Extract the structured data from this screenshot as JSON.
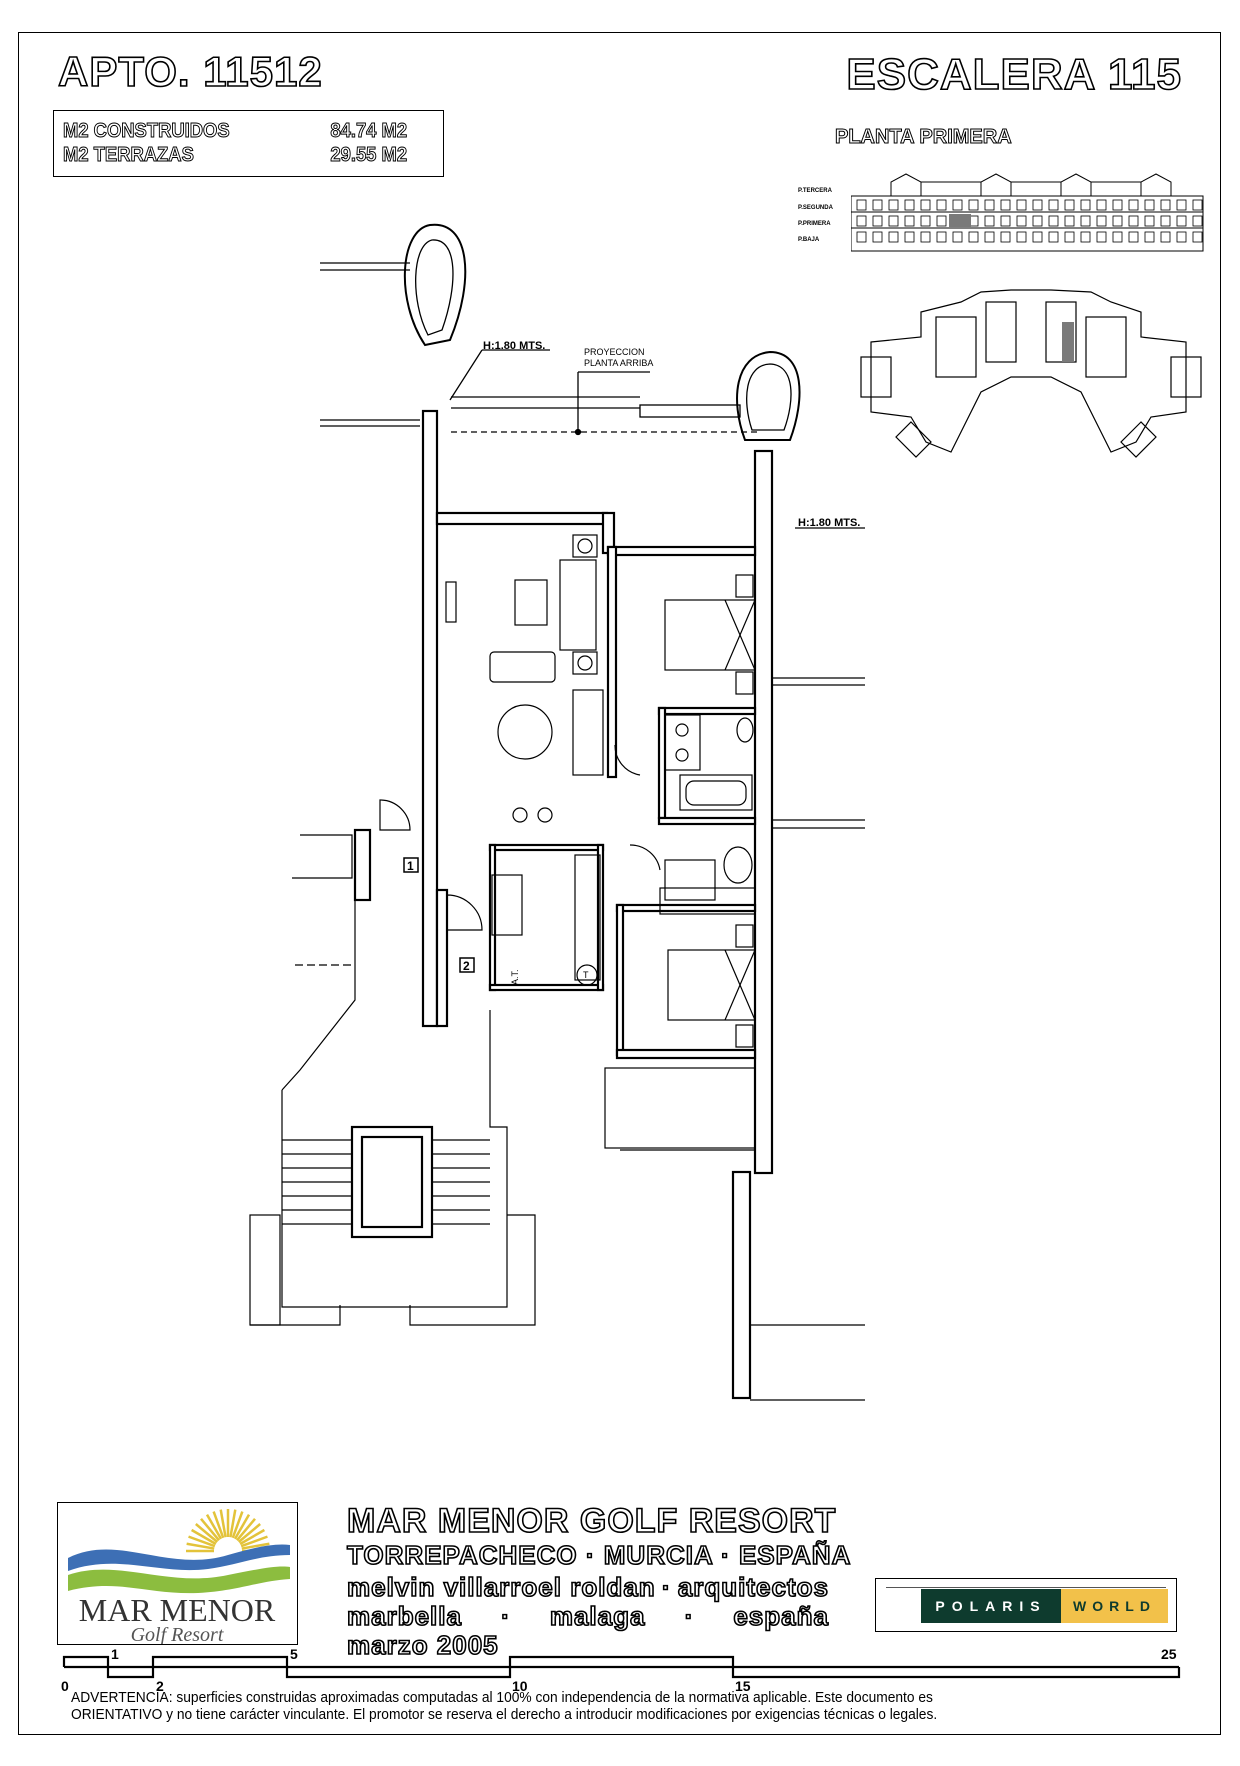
{
  "header": {
    "apartment": "APTO. 11512",
    "staircase": "ESCALERA 115",
    "floor": "PLANTA PRIMERA"
  },
  "areas": [
    {
      "label": "M2 CONSTRUIDOS",
      "value": "84.74 M2"
    },
    {
      "label": "M2 TERRAZAS",
      "value": "29.55 M2"
    }
  ],
  "elevation": {
    "levels": [
      "P.TERCERA",
      "P.SEGUNDA",
      "P.PRIMERA",
      "P.BAJA"
    ],
    "highlight_color": "#7a7a7a"
  },
  "plan": {
    "height_note_1": "H:1.80 MTS.",
    "height_note_2": "H:1.80 MTS.",
    "projection_line1": "PROYECCION",
    "projection_line2": "PLANTA ARRIBA",
    "door_1": "1",
    "door_2": "2",
    "at_label": "A.T.",
    "t_label": "T"
  },
  "footer": {
    "resort": "MAR MENOR GOLF RESORT",
    "location": [
      "TORREPACHECO",
      "·",
      "MURCIA",
      "·",
      "ESPAÑA"
    ],
    "architect": [
      "melvin villarroel roldan",
      "·",
      "arquitectos"
    ],
    "office": [
      "marbella",
      "·",
      "malaga",
      "·",
      "españa"
    ],
    "date": "marzo 2005",
    "logo": {
      "line1": "MAR MENOR",
      "line2": "Golf Resort",
      "sun_color": "#e3c33a",
      "blue": "#3d6fb5",
      "green": "#8cbd3f"
    },
    "polaris": {
      "part1": "POLARIS",
      "part2": "WORLD",
      "dark": "#0e3b2e",
      "gold": "#f2c14a"
    },
    "scale_ticks": [
      "0",
      "1",
      "2",
      "5",
      "10",
      "15",
      "25"
    ],
    "warning_line1": "ADVERTENCIA: superficies construidas aproximadas computadas al 100% con independencia de la normativa aplicable. Este documento es",
    "warning_line2": "ORIENTATIVO y no tiene carácter vinculante. El promotor se reserva el derecho a introducir modificaciones por exigencias técnicas o legales."
  }
}
